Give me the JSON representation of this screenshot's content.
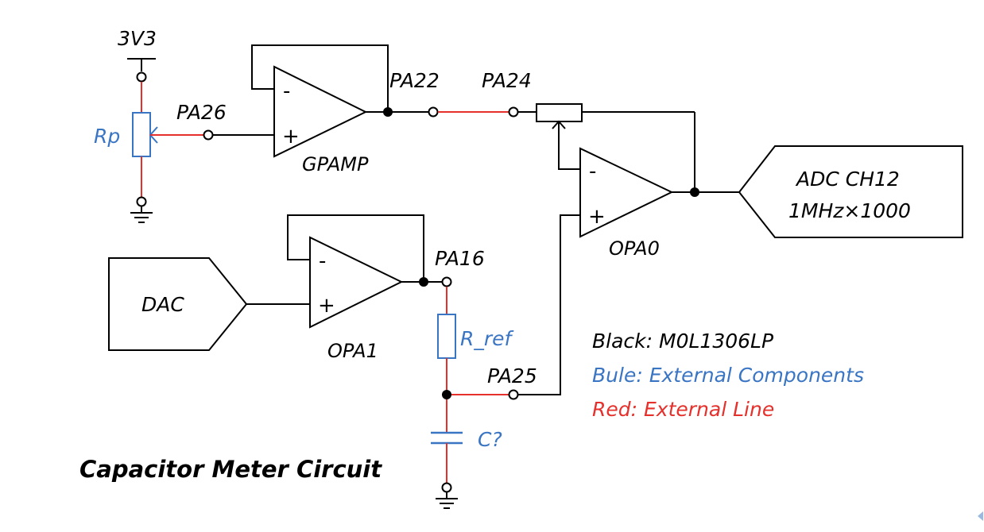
{
  "colors": {
    "black": "#000000",
    "blue": "#3a75c4",
    "red": "#e5302b"
  },
  "labels": {
    "supply": "3V3",
    "rp": "Rp",
    "pa26": "PA26",
    "pa22": "PA22",
    "pa24": "PA24",
    "pa16": "PA16",
    "pa25": "PA25",
    "r_ref": "R_ref",
    "cap": "C?",
    "dac": "DAC",
    "adc_line1": "ADC CH12",
    "adc_line2": "1MHz×1000"
  },
  "opamps": {
    "gpamp": {
      "name": "GPAMP",
      "minus": "-",
      "plus": "+"
    },
    "opa0": {
      "name": "OPA0",
      "minus": "-",
      "plus": "+"
    },
    "opa1": {
      "name": "OPA1",
      "minus": "-",
      "plus": "+"
    }
  },
  "legend": {
    "black": "Black:  M0L1306LP",
    "blue": "Bule:  External Components",
    "red": "Red:  External Line"
  },
  "title": "Capacitor Meter Circuit"
}
